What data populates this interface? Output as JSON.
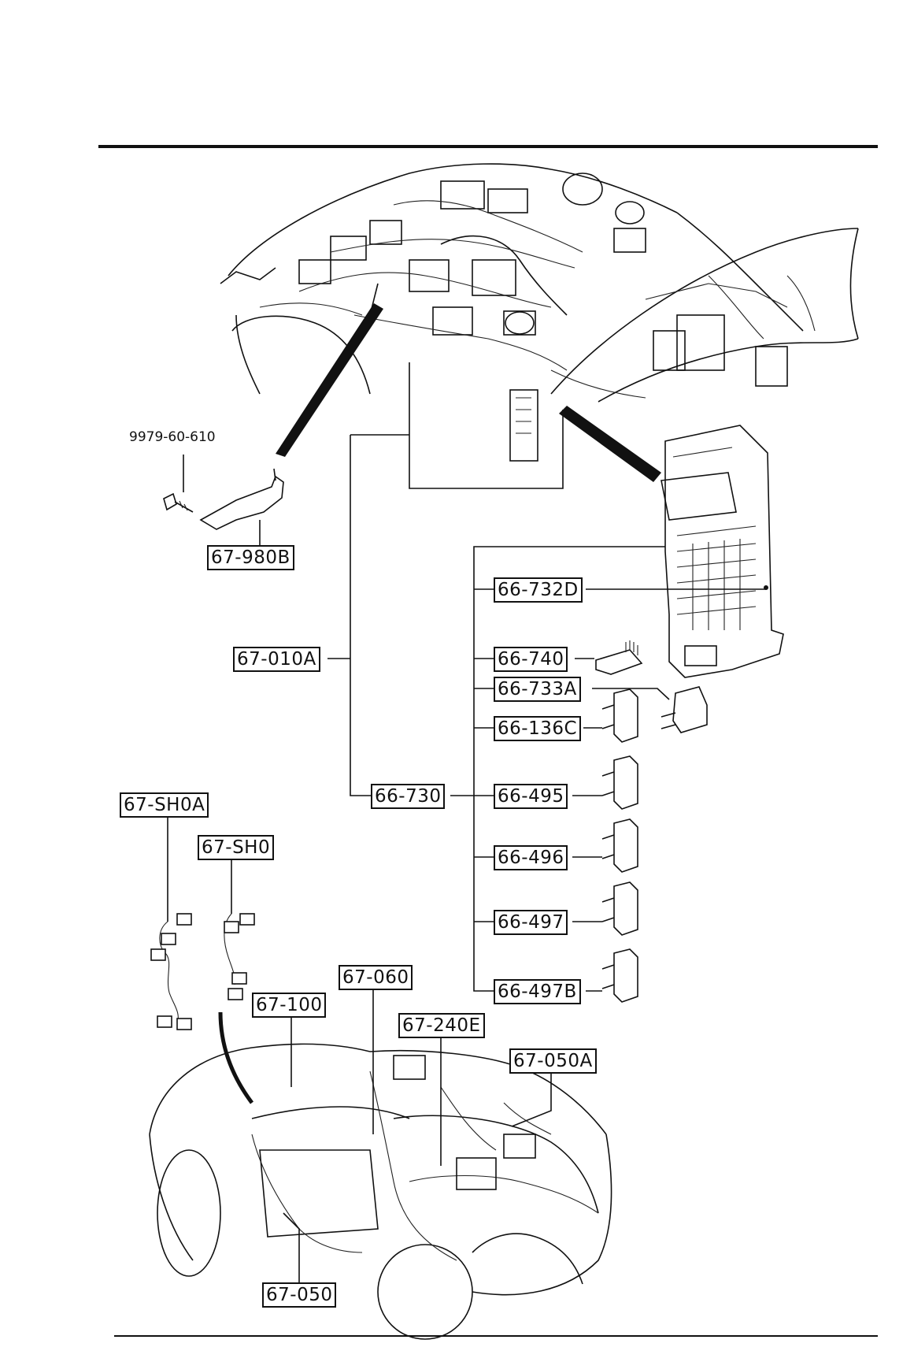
{
  "labels": {
    "bolt": "9979-60-610",
    "bracket": "67-980B",
    "front_harness": "67-010A",
    "junction_block": "66-730",
    "jb_cover": "66-732D",
    "relay_a": "66-740",
    "relay_b": "66-733A",
    "relay_c": "66-136C",
    "fuse_495": "66-495",
    "fuse_496": "66-496",
    "fuse_497": "66-497",
    "fuse_497b": "66-497B",
    "sub_harness_a": "67-SH0A",
    "sub_harness": "67-SH0",
    "harness_060": "67-060",
    "harness_100": "67-100",
    "harness_240e": "67-240E",
    "harness_050a": "67-050A",
    "harness_050": "67-050"
  },
  "icons": [
    "engine-bay-wiring-illustration",
    "fuse-block-illustration",
    "rear-body-wiring-illustration",
    "connector-harness-icon",
    "fuse-icon",
    "relay-icon",
    "bolt-icon",
    "bracket-icon"
  ]
}
